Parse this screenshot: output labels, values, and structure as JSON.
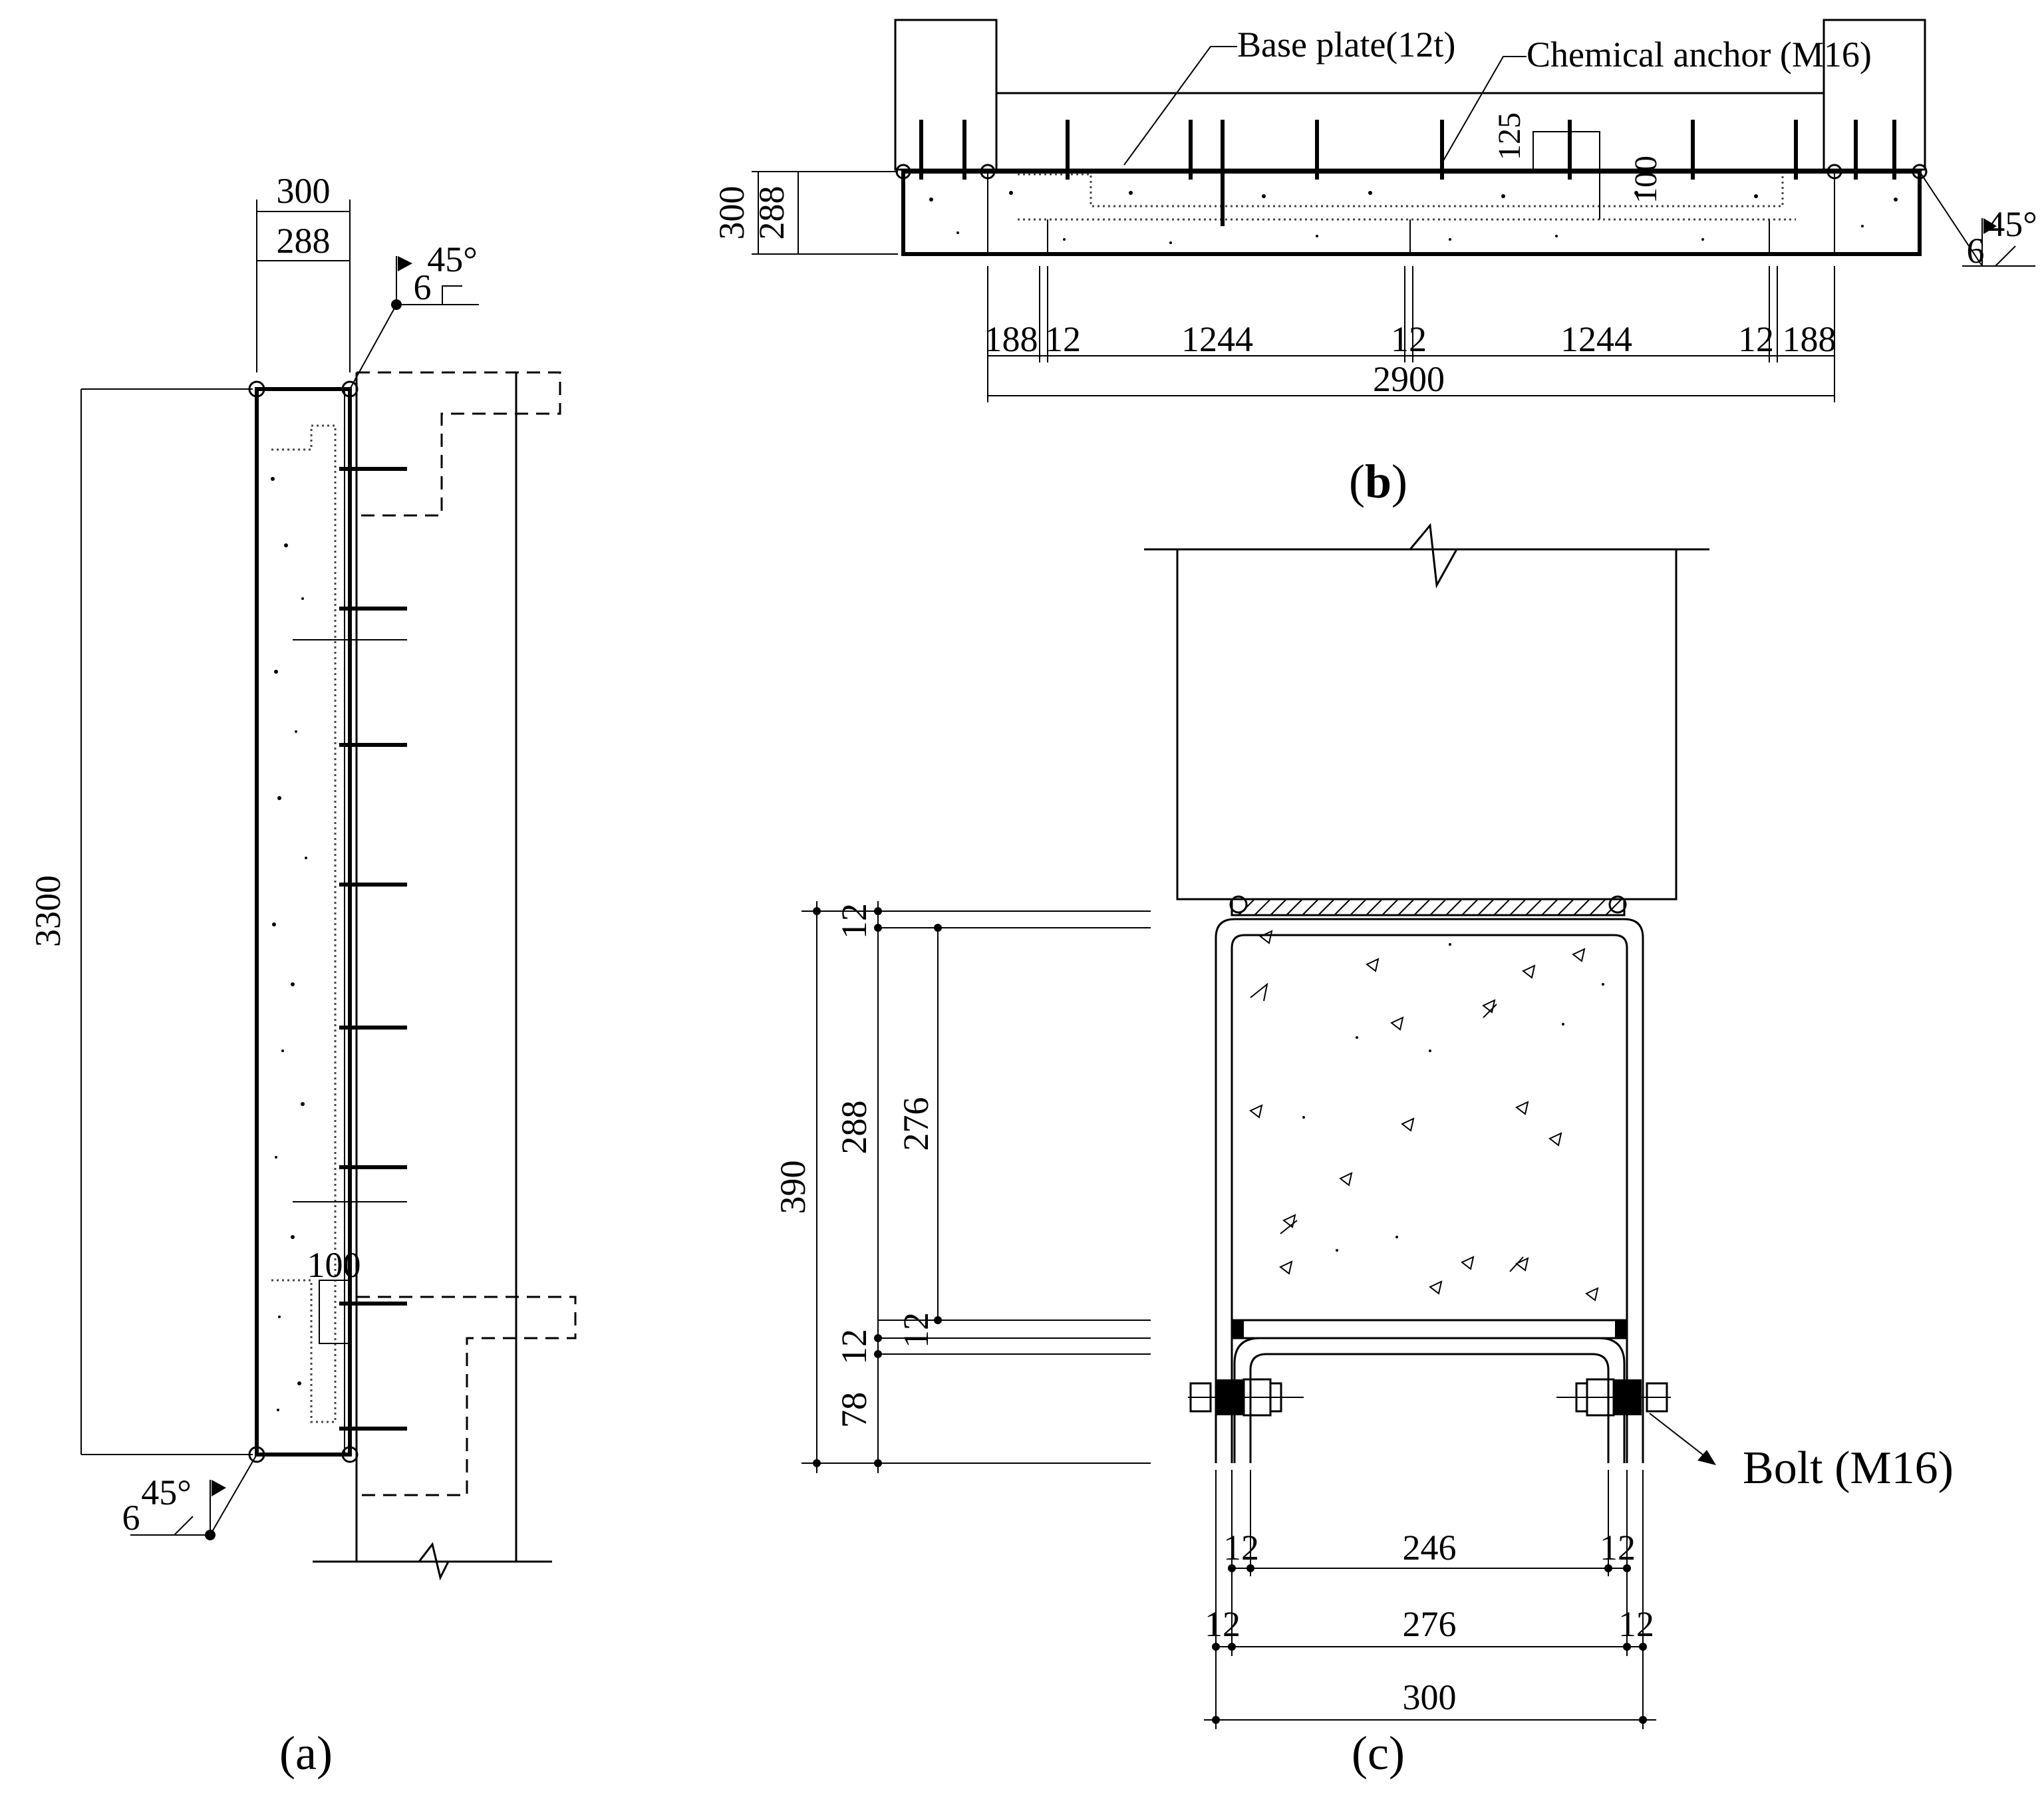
{
  "panel_a": {
    "caption_open": "(",
    "caption_letter": "a",
    "caption_close": ")",
    "dim_outer_width": "300",
    "dim_inner_width": "288",
    "dim_height": "3300",
    "dim_100": "100",
    "weld_size_top": "6",
    "weld_angle_top": "45°",
    "weld_size_bottom": "6",
    "weld_angle_bottom": "45°"
  },
  "panel_b": {
    "caption_open": "(",
    "caption_letter": "b",
    "caption_close": ")",
    "label_base_plate": "Base plate(12t)",
    "label_anchor": "Chemical anchor (M16)",
    "dim_125": "125",
    "dim_100": "100",
    "dim_300": "300",
    "dim_288": "288",
    "dim_188_left": "188",
    "dim_12_a": "12",
    "dim_1244_left": "1244",
    "dim_12_mid": "12",
    "dim_1244_right": "1244",
    "dim_12_b": "12",
    "dim_188_right": "188",
    "dim_total": "2900",
    "weld_size": "6",
    "weld_angle": "45°"
  },
  "panel_c": {
    "caption_open": "(",
    "caption_letter": "c",
    "caption_close": ")",
    "label_bolt": "Bolt (M16)",
    "dim_390": "390",
    "dim_12_top": "12",
    "dim_288": "288",
    "dim_276_v": "276",
    "dim_12_mid_a": "12",
    "dim_12_mid_b": "12",
    "dim_78": "78",
    "dim_12_ll": "12",
    "dim_246": "246",
    "dim_12_lr": "12",
    "dim_12_l2": "12",
    "dim_276_h": "276",
    "dim_12_r2": "12",
    "dim_300": "300"
  }
}
